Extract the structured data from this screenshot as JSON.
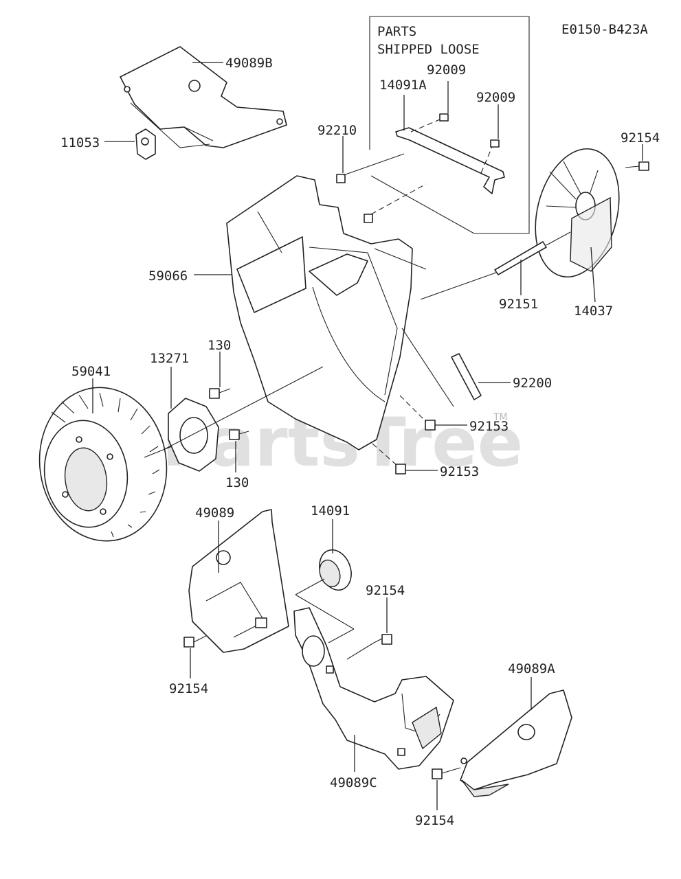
{
  "diagram_code": "E0150-B423A",
  "loose_box": {
    "line1": "PARTS",
    "line2": "SHIPPED LOOSE"
  },
  "watermark": {
    "text": "PartsTree",
    "tm": "TM"
  },
  "labels": {
    "p49089B": "49089B",
    "p11053": "11053",
    "p14091A": "14091A",
    "p92009a": "92009",
    "p92009b": "92009",
    "p92210": "92210",
    "p92154_top": "92154",
    "p59066": "59066",
    "p92151": "92151",
    "p14037": "14037",
    "p13271": "13271",
    "p130a": "130",
    "p130b": "130",
    "p59041": "59041",
    "p92200": "92200",
    "p92153a": "92153",
    "p92153b": "92153",
    "p49089": "49089",
    "p14091": "14091",
    "p92154_mid": "92154",
    "p92154_left": "92154",
    "p49089A": "49089A",
    "p49089C": "49089C",
    "p92154_bottom": "92154"
  }
}
